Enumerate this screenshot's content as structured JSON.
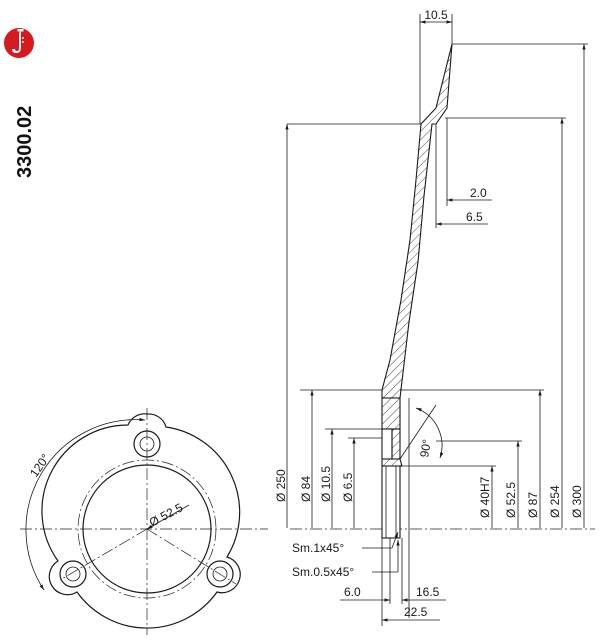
{
  "product": {
    "code": "3300.02",
    "brand_icon": "saxophone-icon",
    "brand_color": "#d71920"
  },
  "front_view": {
    "angle_label": "120°",
    "bolt_circle_label": "Ø 52.5"
  },
  "section_view": {
    "top_dims": [
      "10.5"
    ],
    "right_small_dims": [
      "2.0",
      "6.5"
    ],
    "chamfer_labels": [
      "Sm.1x45°",
      "Sm.0.5x45°"
    ],
    "bottom_dims": [
      "6.0",
      "16.5",
      "22.5"
    ],
    "angle_label": "90°",
    "left_diameters": [
      "Ø 250",
      "Ø 84",
      "Ø 10.5",
      "Ø 6.5"
    ],
    "right_diameters": [
      "Ø 40H7",
      "Ø 52.5",
      "Ø 87",
      "Ø 254",
      "Ø 300"
    ]
  }
}
